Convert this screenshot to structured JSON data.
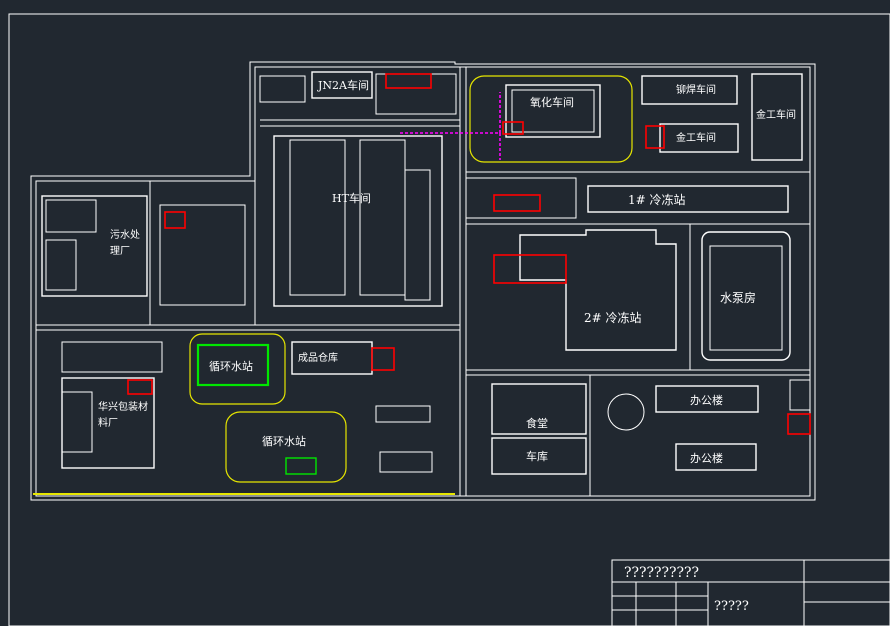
{
  "buildings": {
    "jn2a": "JN2A车间",
    "oxidation": "氧化车间",
    "gunpowder": "铆焊车间",
    "metalwork_top": "金工车间",
    "metalwork": "金工车间",
    "ht": "HT车间",
    "wastewater_line1": "污水处",
    "wastewater_line2": "理厂",
    "cooling1": "1# 冷冻站",
    "cooling2": "2# 冷冻站",
    "pump": "水泵房",
    "circ_water1": "循环水站",
    "circ_water2": "循环水站",
    "product_store": "成品仓库",
    "packaging_line1": "华兴包装材",
    "packaging_line2": "料厂",
    "office1": "办公楼",
    "office2": "办公楼",
    "canteen": "食堂",
    "garage": "车库"
  },
  "titleblock": {
    "title": "??????????",
    "subtitle": "?????"
  },
  "colors": {
    "background": "#212830",
    "lines": "#ffffff",
    "marker": "#ff0000",
    "highlight": "#00e600",
    "zone": "#e6e600",
    "pipe": "#ff00ff"
  }
}
